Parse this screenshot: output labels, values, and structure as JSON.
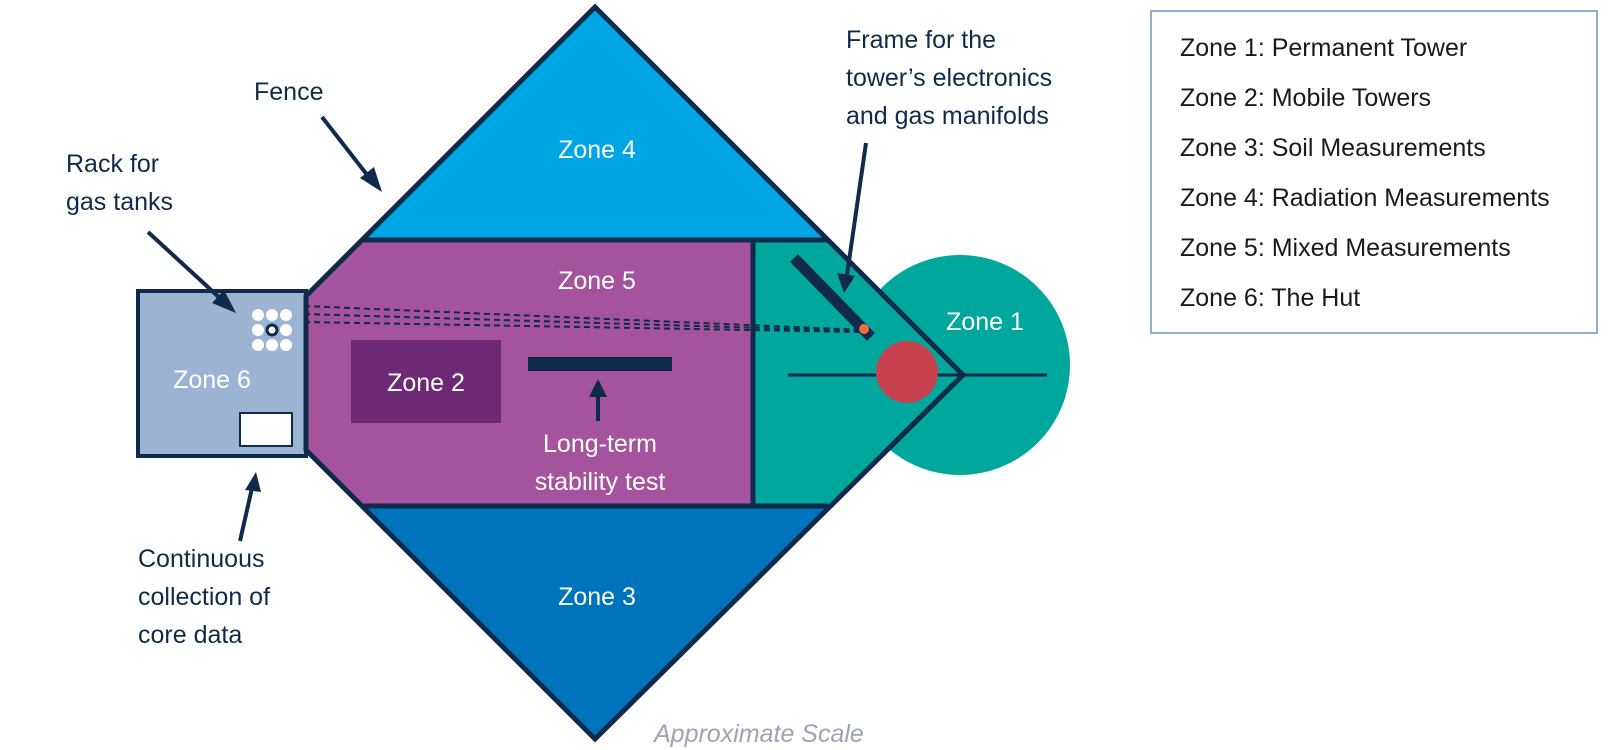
{
  "zones": {
    "z1": "Zone 1",
    "z2": "Zone 2",
    "z3": "Zone 3",
    "z4": "Zone 4",
    "z5": "Zone 5",
    "z6": "Zone 6"
  },
  "annotations": {
    "fence": "Fence",
    "rack_line1": "Rack for",
    "rack_line2": "gas tanks",
    "frame_line1": "Frame for the",
    "frame_line2": "tower’s electronics",
    "frame_line3": "and gas manifolds",
    "stability_line1": "Long-term",
    "stability_line2": "stability test",
    "core_line1": "Continuous",
    "core_line2": "collection of",
    "core_line3": "core data"
  },
  "scale_note": "Approximate Scale",
  "legend": {
    "items": [
      "Zone 1: Permanent Tower",
      "Zone 2: Mobile Towers",
      "Zone 3: Soil Measurements",
      "Zone 4: Radiation Measurements",
      "Zone 5: Mixed Measurements",
      "Zone 6: The Hut"
    ]
  },
  "colors": {
    "zone1": "#00a79d",
    "zone2": "#6b2a73",
    "zone3": "#0073bd",
    "zone4": "#00a5e3",
    "zone5": "#a6539e",
    "zone6": "#9cb4d4",
    "outline": "#0f2a4a",
    "tower_marker": "#c8414e",
    "sensor_dot": "#f26b3a"
  }
}
